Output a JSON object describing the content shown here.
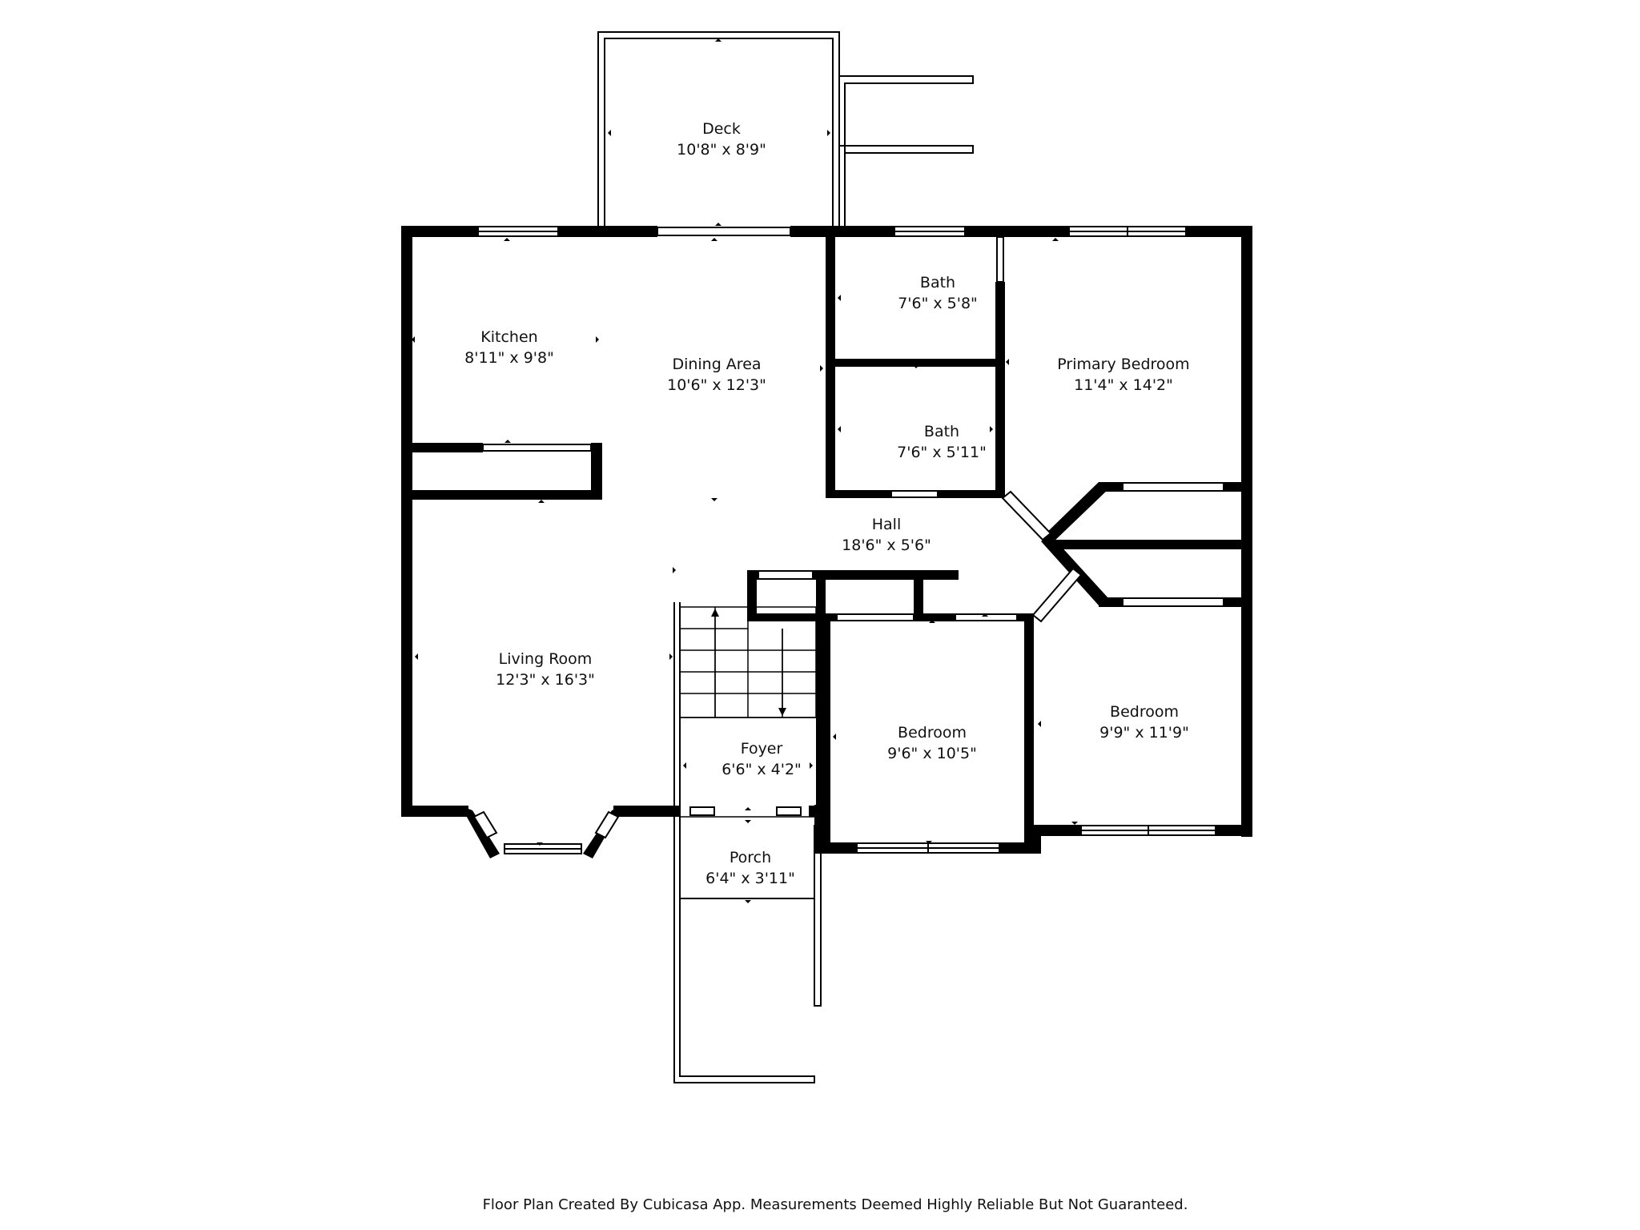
{
  "rooms": {
    "deck": {
      "name": "Deck",
      "dims": "10'8\" x 8'9\""
    },
    "kitchen": {
      "name": "Kitchen",
      "dims": "8'11\" x 9'8\""
    },
    "dining": {
      "name": "Dining Area",
      "dims": "10'6\" x 12'3\""
    },
    "bath1": {
      "name": "Bath",
      "dims": "7'6\" x 5'8\""
    },
    "bath2": {
      "name": "Bath",
      "dims": "7'6\" x 5'11\""
    },
    "primary": {
      "name": "Primary Bedroom",
      "dims": "11'4\" x 14'2\""
    },
    "hall": {
      "name": "Hall",
      "dims": "18'6\" x 5'6\""
    },
    "living": {
      "name": "Living Room",
      "dims": "12'3\" x 16'3\""
    },
    "foyer": {
      "name": "Foyer",
      "dims": "6'6\" x 4'2\""
    },
    "bedroom_a": {
      "name": "Bedroom",
      "dims": "9'6\" x 10'5\""
    },
    "bedroom_b": {
      "name": "Bedroom",
      "dims": "9'9\" x 11'9\""
    },
    "porch": {
      "name": "Porch",
      "dims": "6'4\" x 3'11\""
    }
  },
  "footer": "Floor Plan Created By Cubicasa App. Measurements Deemed Highly Reliable But Not Guaranteed.",
  "colors": {
    "wall": "#000000",
    "background": "#ffffff",
    "text": "#111111"
  }
}
